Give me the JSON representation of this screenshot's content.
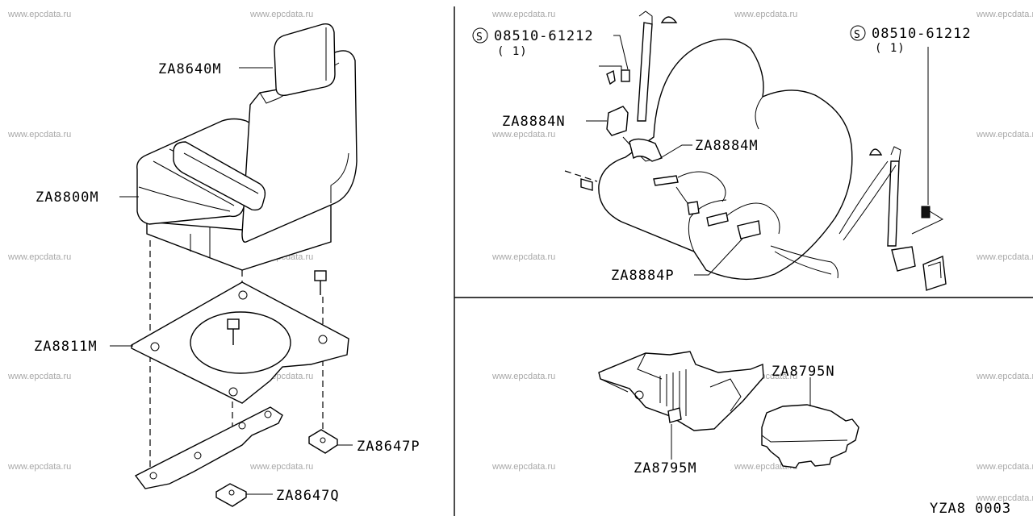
{
  "watermark": "www.epcdata.ru",
  "diagram_code": "YZA8 0003",
  "left_labels": {
    "headrest": "ZA8640M",
    "seat": "ZA8800M",
    "base_plate": "ZA8811M",
    "bracket_p": "ZA8647P",
    "bracket_q": "ZA8647Q"
  },
  "belt_labels": {
    "bolt_left_code": "08510-61212",
    "bolt_left_qty": "( 1)",
    "bolt_right_code": "08510-61212",
    "bolt_right_qty": "( 1)",
    "retractor": "ZA8884N",
    "center_belt": "ZA8884M",
    "lap_belt": "ZA8884P"
  },
  "cover_labels": {
    "cover_n": "ZA8795N",
    "cover_m": "ZA8795M"
  },
  "standard_part_mark": "S"
}
